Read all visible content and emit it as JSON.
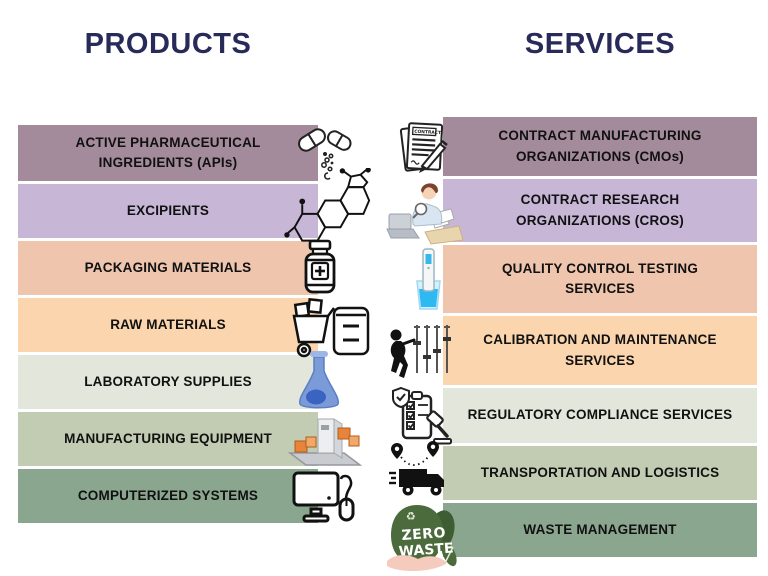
{
  "page": {
    "background": "#ffffff",
    "title_color": "#282b59",
    "label_color": "#111111"
  },
  "products": {
    "title": "PRODUCTS",
    "rows": [
      {
        "label": "ACTIVE PHARMACEUTICAL\nINGREDIENTS (APIs)",
        "color": "#a48b9b",
        "icon": "capsule-pills-icon"
      },
      {
        "label": "EXCIPIENTS",
        "color": "#c7b6d6",
        "icon": "molecule-icon"
      },
      {
        "label": "PACKAGING MATERIALS",
        "color": "#efc5ae",
        "icon": "medicine-bottle-icon"
      },
      {
        "label": "RAW MATERIALS",
        "color": "#fbd5ae",
        "icon": "materials-cart-icon"
      },
      {
        "label": "LABORATORY SUPPLIES",
        "color": "#e3e6da",
        "icon": "lab-flask-icon"
      },
      {
        "label": "MANUFACTURING EQUIPMENT",
        "color": "#c1ccb3",
        "icon": "conveyor-machine-icon"
      },
      {
        "label": "COMPUTERIZED SYSTEMS",
        "color": "#8ba68e",
        "icon": "computer-monitor-icon"
      }
    ]
  },
  "services": {
    "title": "SERVICES",
    "rows": [
      {
        "label": "CONTRACT MANUFACTURING\nORGANIZATIONS (CMOs)",
        "color": "#a48b9b",
        "icon": "contract-document-icon"
      },
      {
        "label": "CONTRACT RESEARCH\nORGANIZATIONS (CROS)",
        "color": "#c7b6d6",
        "icon": "researcher-icon"
      },
      {
        "label": "QUALITY CONTROL TESTING\nSERVICES",
        "color": "#efc5ae",
        "icon": "test-sample-icon"
      },
      {
        "label": "CALIBRATION AND MAINTENANCE\nSERVICES",
        "color": "#fbd5ae",
        "icon": "calibration-icon"
      },
      {
        "label": "REGULATORY COMPLIANCE SERVICES",
        "color": "#e3e6da",
        "icon": "compliance-checklist-icon"
      },
      {
        "label": "TRANSPORTATION AND LOGISTICS",
        "color": "#c1ccb3",
        "icon": "delivery-truck-icon"
      },
      {
        "label": "WASTE MANAGEMENT",
        "color": "#8ba68e",
        "icon": "zero-waste-icon"
      }
    ]
  },
  "icon_colors": {
    "outline": "#1a1a1a",
    "flask_blue": "#7b9bd8",
    "flask_deep_blue": "#3b63c1",
    "orange_box": "#e8833a",
    "test_blue": "#2fb9f3",
    "zero_waste_green": "#4c6b3c",
    "leaf_green": "#3f5d33",
    "hand_pink": "#f4cbbc"
  }
}
